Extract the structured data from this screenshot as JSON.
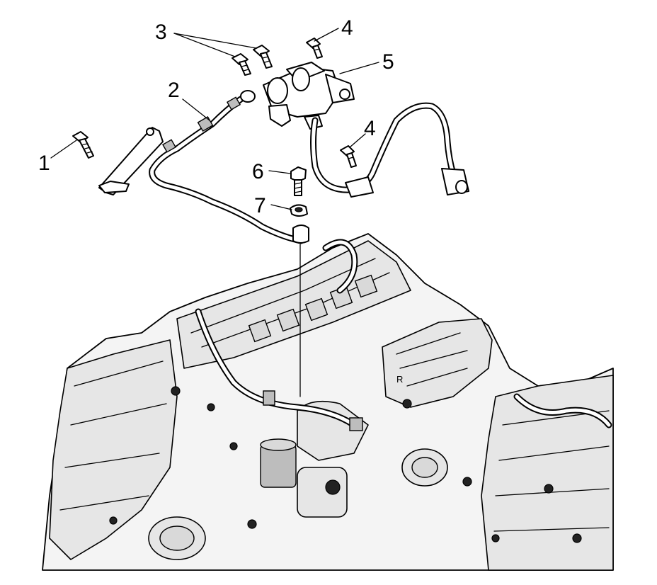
{
  "diagram": {
    "callouts": [
      {
        "id": "1",
        "label": "1"
      },
      {
        "id": "2",
        "label": "2"
      },
      {
        "id": "3",
        "label": "3"
      },
      {
        "id": "4a",
        "label": "4"
      },
      {
        "id": "4b",
        "label": "4"
      },
      {
        "id": "5",
        "label": "5"
      },
      {
        "id": "6",
        "label": "6"
      },
      {
        "id": "7",
        "label": "7"
      }
    ],
    "engine_marking": "R"
  },
  "colors": {
    "line": "#000000",
    "background": "#ffffff",
    "shade": "#bdbdbd"
  }
}
